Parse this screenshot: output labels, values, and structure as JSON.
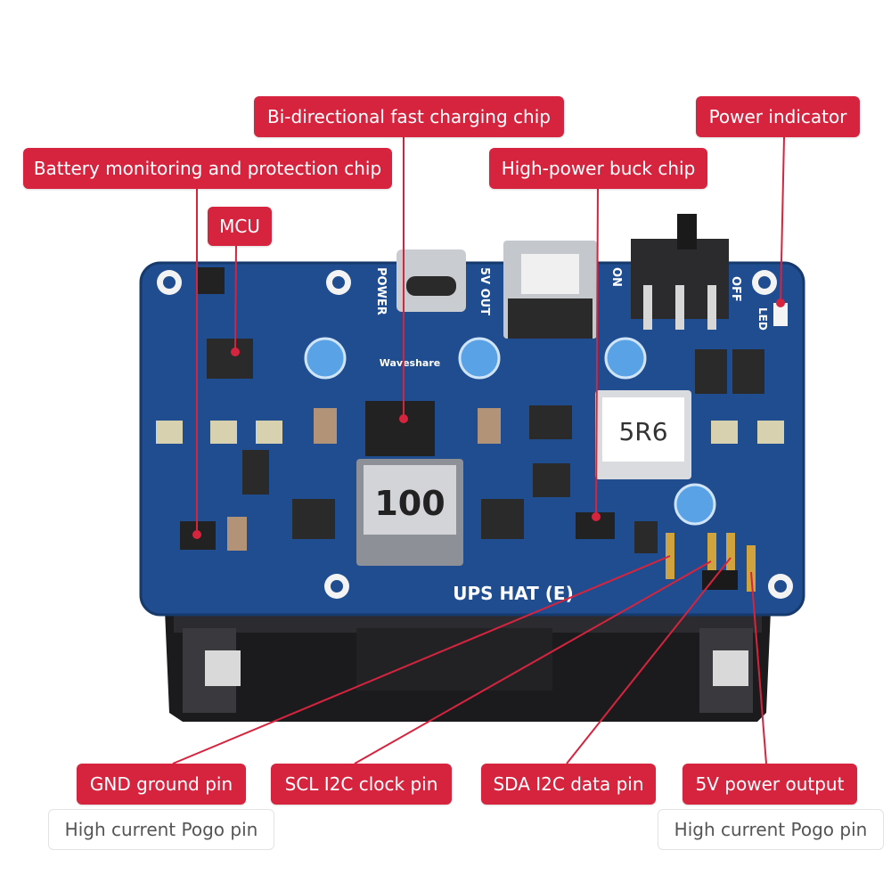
{
  "callouts": {
    "bidirectional_charging": "Bi-directional fast charging chip",
    "power_indicator": "Power indicator",
    "battery_monitoring": "Battery monitoring and protection chip",
    "high_power_buck": "High-power buck chip",
    "mcu": "MCU",
    "gnd_pin": "GND ground pin",
    "scl_pin": "SCL I2C clock pin",
    "sda_pin": "SDA I2C data pin",
    "power_output": "5V power output"
  },
  "notes": {
    "pogo_left": "High current Pogo pin",
    "pogo_right": "High current Pogo pin"
  },
  "board": {
    "title": "UPS HAT (E)",
    "brand": "Waveshare",
    "inductor_main": "100",
    "inductor_buck": "5R6",
    "power_label": "POWER",
    "out_label": "5V OUT",
    "switch_on": "ON",
    "switch_off": "OFF",
    "led_label": "LED"
  },
  "colors": {
    "label_bg": "#d6243f",
    "pcb_blue": "#1f4d8f",
    "leader_line": "#d6243f"
  }
}
